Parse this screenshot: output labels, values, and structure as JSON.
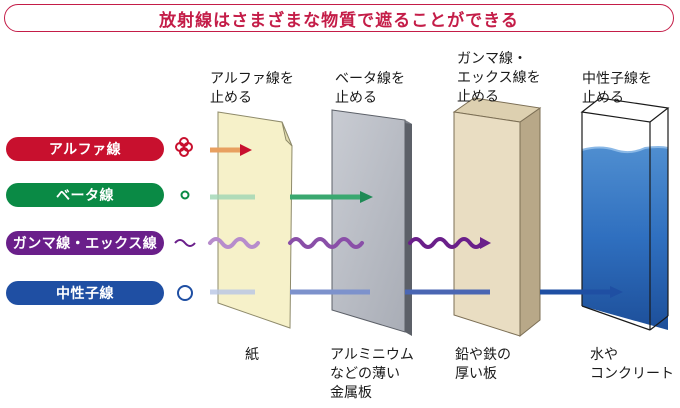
{
  "title": "放射線はさまざまな物質で遮ることができる",
  "radiation": [
    {
      "label": "アルファ線",
      "color": "#c8102e",
      "icon": "three-circles-icon"
    },
    {
      "label": "ベータ線",
      "color": "#0a8a45",
      "icon": "small-circle-icon"
    },
    {
      "label": "ガンマ線・エックス線",
      "color": "#6a1f8a",
      "icon": "wave-icon"
    },
    {
      "label": "中性子線",
      "color": "#1f4fa3",
      "icon": "circle-icon"
    }
  ],
  "barriers": [
    {
      "stops": "アルファ線を\n止める",
      "material": "紙"
    },
    {
      "stops": "ベータ線を\n止める",
      "material": "アルミニウム\nなどの薄い\n金属板"
    },
    {
      "stops": "ガンマ線・\nエックス線を\n止める",
      "material": "鉛や鉄の\n厚い板"
    },
    {
      "stops": "中性子線を\n止める",
      "material": "水や\nコンクリート"
    }
  ]
}
